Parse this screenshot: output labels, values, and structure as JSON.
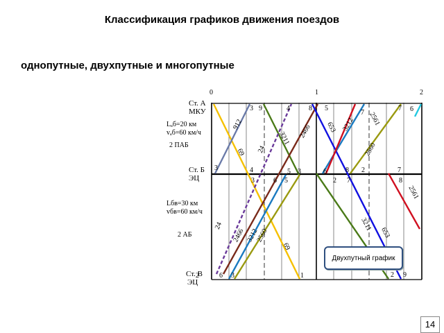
{
  "title": "Классификация графиков движения поездов",
  "subtitle": "однопутные, двухпутные и многопутные",
  "hours": [
    "0",
    "1",
    "2"
  ],
  "stations": {
    "a": [
      "Ст. А",
      "МКУ"
    ],
    "b": [
      "Ст. Б",
      "ЭЦ"
    ],
    "v": [
      "Ст. В",
      "ЭЦ"
    ]
  },
  "section_ab": [
    "Lₐб=20 км",
    "vₐб=60 км/ч",
    "2 ПАБ"
  ],
  "section_bv": [
    "Lбв=30 км",
    "vбв=60 км/ч",
    "2 АБ"
  ],
  "train_numbers": {
    "n912": "912",
    "n69a": "69",
    "n24a": "24",
    "n3211a": "3211",
    "n2466a": "2466",
    "n653": "653",
    "n3212a": "3212",
    "n2561a": "2561",
    "n2560": "2560",
    "n24b": "24",
    "n2466b": "2466",
    "n3212b": "3212",
    "n2560b": "2560",
    "n69b": "69",
    "n3211b": "3211",
    "n653b": "653",
    "n2561b": "2561"
  },
  "minute_marks": [
    "3",
    "9",
    "4",
    "8",
    "5",
    "7",
    "6",
    "7",
    "3",
    "4",
    "5",
    "3",
    "6",
    "8",
    "2",
    "7",
    "3",
    "5",
    "6",
    "2",
    "7",
    "8",
    "2",
    "9",
    "6",
    "3",
    "1",
    "2"
  ],
  "callout": "Двухпутный график",
  "slide_number": "14",
  "colors": {
    "yellow": "#f5c000",
    "slate": "#6a7aa8",
    "green": "#4a7a18",
    "purple": "#6a3a9a",
    "brown": "#7a2a1a",
    "olive": "#9a9a10",
    "blue": "#1010e0",
    "teal": "#1a7ac0",
    "red": "#d01020",
    "cyan": "#20c8e0"
  }
}
